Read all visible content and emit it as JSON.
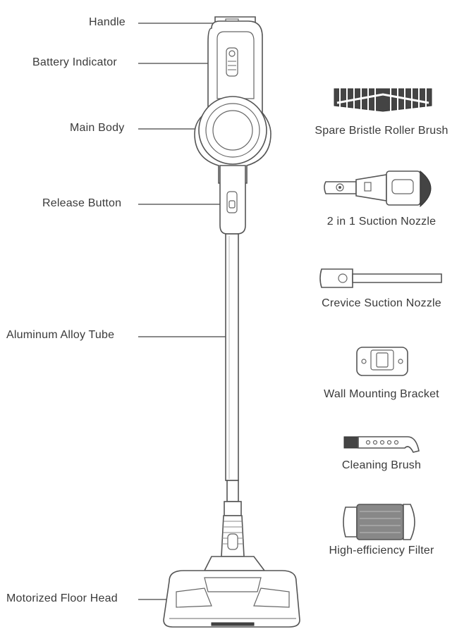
{
  "callouts": {
    "handle": "Handle",
    "battery": "Battery Indicator",
    "main_body": "Main Body",
    "release": "Release Button",
    "tube": "Aluminum Alloy Tube",
    "floor_head": "Motorized Floor Head"
  },
  "accessories": {
    "roller": "Spare Bristle Roller Brush",
    "suction": "2 in 1 Suction Nozzle",
    "crevice": "Crevice Suction Nozzle",
    "bracket": "Wall Mounting Bracket",
    "brush": "Cleaning Brush",
    "filter": "High-efficiency Filter"
  }
}
